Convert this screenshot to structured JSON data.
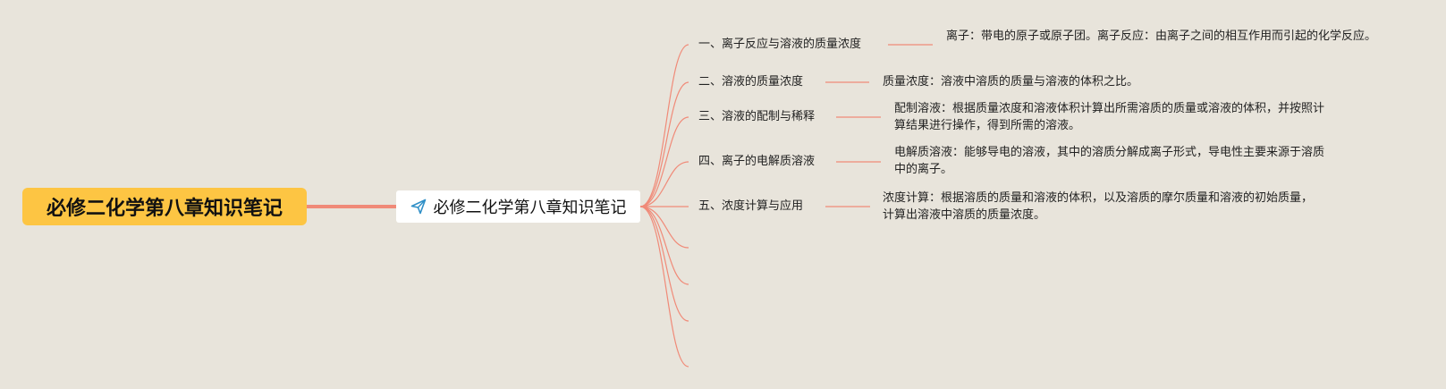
{
  "root": {
    "label": "必修二化学第八章知识笔记"
  },
  "main": {
    "label": "必修二化学第八章知识笔记",
    "icon": "paper-plane-icon"
  },
  "colors": {
    "root_fill": "#fdc543",
    "line": "#f08a78",
    "background": "#e8e4db"
  },
  "topics": [
    {
      "label": "一、离子反应与溶液的质量浓度",
      "detail": "离子：带电的原子或原子团。离子反应：由离子之间的相互作用而引起的化学反应。"
    },
    {
      "label": "二、溶液的质量浓度",
      "detail": "质量浓度：溶液中溶质的质量与溶液的体积之比。"
    },
    {
      "label": "三、溶液的配制与稀释",
      "detail": "配制溶液：根据质量浓度和溶液体积计算出所需溶质的质量或溶液的体积，并按照计算结果进行操作，得到所需的溶液。"
    },
    {
      "label": "四、离子的电解质溶液",
      "detail": "电解质溶液：能够导电的溶液，其中的溶质分解成离子形式，导电性主要来源于溶质中的离子。"
    },
    {
      "label": "五、浓度计算与应用",
      "detail": "浓度计算：根据溶质的质量和溶液的体积，以及溶质的摩尔质量和溶液的初始质量，计算出溶液中溶质的质量浓度。"
    }
  ]
}
